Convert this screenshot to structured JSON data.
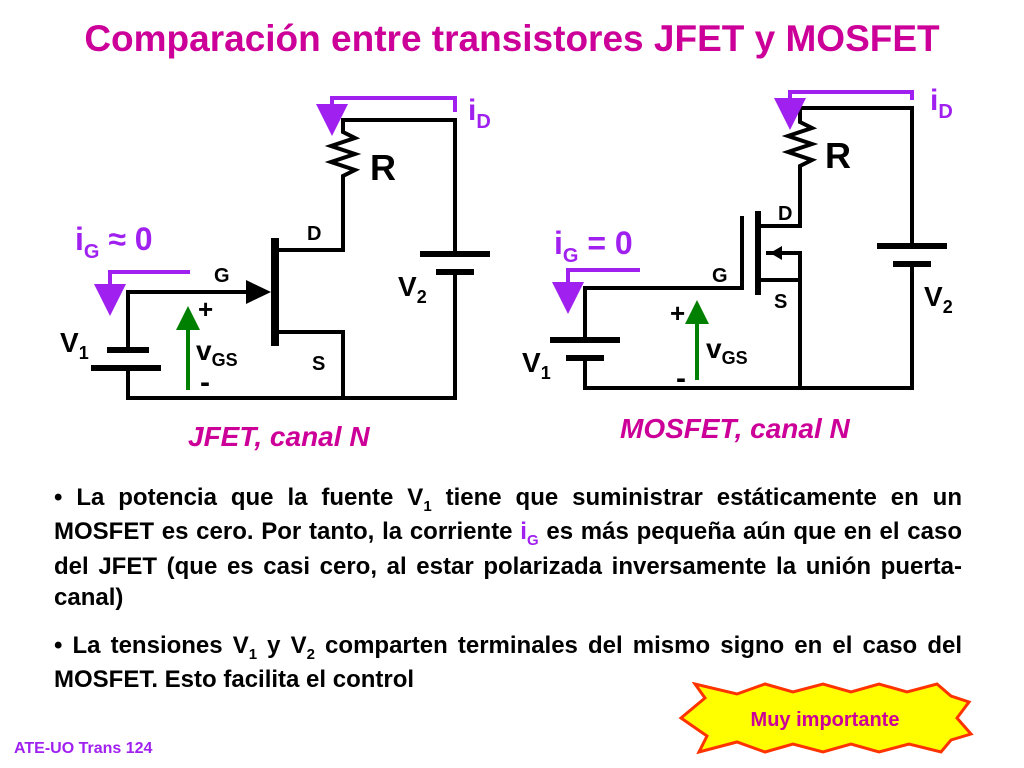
{
  "title": "Comparación entre transistores JFET y MOSFET",
  "jfet": {
    "caption": "JFET, canal N",
    "ig_main": "i",
    "ig_sub": "G",
    "ig_rel": " ≈ 0",
    "id_main": "i",
    "id_sub": "D",
    "r": "R",
    "d": "D",
    "g": "G",
    "s": "S",
    "v1_main": "V",
    "v1_sub": "1",
    "v2_main": "V",
    "v2_sub": "2",
    "plus": "+",
    "minus": "-",
    "vgs_main": "v",
    "vgs_sub": "GS"
  },
  "mosfet": {
    "caption": "MOSFET, canal N",
    "ig_main": "i",
    "ig_sub": "G",
    "ig_rel": " = 0",
    "id_main": "i",
    "id_sub": "D",
    "r": "R",
    "d": "D",
    "g": "G",
    "s": "S",
    "v1_main": "V",
    "v1_sub": "1",
    "v2_main": "V",
    "v2_sub": "2",
    "plus": "+",
    "minus": "-",
    "vgs_main": "v",
    "vgs_sub": "GS"
  },
  "bullet1": {
    "t1": "• La potencia que la fuente V",
    "sub1": "1",
    "t2": " tiene que suministrar estáticamente en un MOSFET es cero. Por tanto, la corriente ",
    "ig_main": "i",
    "ig_sub": "G",
    "t3": " es más pequeña aún que en el caso del JFET (que es casi cero, al estar polarizada inversamente la unión puerta-canal)"
  },
  "bullet2": {
    "t1": "• La tensiones V",
    "sub1": "1",
    "t2": " y V",
    "sub2": "2",
    "t3": " comparten terminales del mismo signo en el caso del MOSFET. Esto facilita el control"
  },
  "badge": "Muy importante",
  "footer": "ATE-UO Trans 124",
  "colors": {
    "title": "#cc0099",
    "current_arrow": "#a020f0",
    "vgs_arrow": "#008000",
    "badge_fill": "#ffff00",
    "badge_border": "#ff3300"
  }
}
